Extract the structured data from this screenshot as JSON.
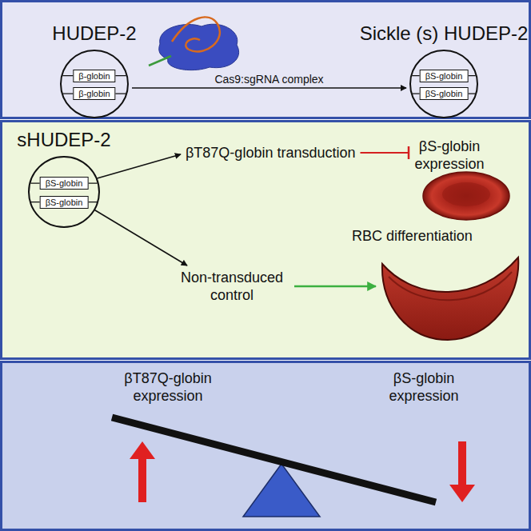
{
  "diagram": {
    "nodes": [
      {
        "text": [
          "HUDEP-2"
        ]
      },
      {
        "text": [
          "β-globin"
        ],
        "in": 0
      },
      {
        "text": [
          "β-globin"
        ],
        "in": 0
      },
      {
        "text": [
          "Sickle (s) HUDEP-2"
        ]
      },
      {
        "text": [
          "βS-globin"
        ],
        "in": 3
      },
      {
        "text": [
          "βS-globin"
        ],
        "in": 3
      },
      {
        "text": [
          "sHUDEP-2"
        ]
      },
      {
        "text": [
          "βS-globin"
        ],
        "in": 6
      },
      {
        "text": [
          "βS-globin"
        ],
        "in": 6
      }
    ],
    "edges": [
      {
        "from": 0,
        "to": 3,
        "arrow": "to",
        "label": "Cas9:sgRNA complex"
      }
    ],
    "labels": [
      "βT87Q-globin transduction",
      "βS-globin expression",
      "RBC differentiation",
      "Non-transduced control",
      "βT87Q-globin expression",
      "βS-globin expression"
    ]
  }
}
